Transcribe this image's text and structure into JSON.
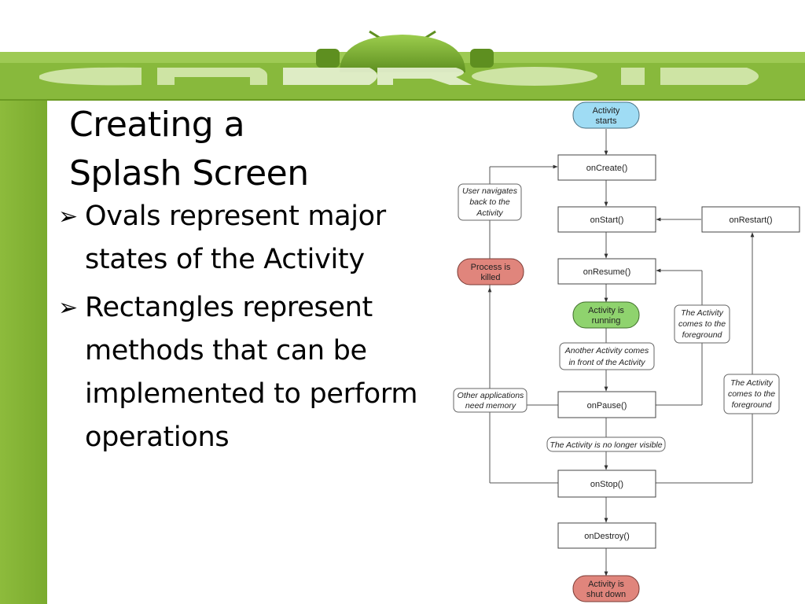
{
  "slide": {
    "title_line1": "Creating a",
    "title_line2": "Splash Screen",
    "bullets": [
      {
        "line1": "Ovals represent major",
        "line2": "states of the Activity"
      },
      {
        "line1": "Rectangles represent",
        "line2": "methods that can be",
        "line3": "implemented to perform",
        "line4": "operations"
      }
    ],
    "bullet_glyph": "➢"
  },
  "diagram": {
    "states": {
      "activity_starts": [
        "Activity",
        "starts"
      ],
      "process_killed": [
        "Process is",
        "killed"
      ],
      "activity_running": [
        "Activity is",
        "running"
      ],
      "activity_shut_down": [
        "Activity is",
        "shut down"
      ]
    },
    "methods": {
      "on_create": "onCreate()",
      "on_start": "onStart()",
      "on_restart": "onRestart()",
      "on_resume": "onResume()",
      "on_pause": "onPause()",
      "on_stop": "onStop()",
      "on_destroy": "onDestroy()"
    },
    "notes": {
      "user_navigates_back": [
        "User navigates",
        "back to the",
        "Activity"
      ],
      "activity_foreground_1": [
        "The Activity",
        "comes to the",
        "foreground"
      ],
      "another_activity": [
        "Another Activity comes",
        "in front of the Activity"
      ],
      "other_apps_memory": [
        "Other applications",
        "need memory"
      ],
      "activity_foreground_2": [
        "The Activity",
        "comes to the",
        "foreground"
      ],
      "no_longer_visible": "The Activity is no longer visible"
    },
    "colors": {
      "start_oval": "#9fdcf4",
      "killed_oval": "#e0857c",
      "running_oval": "#8fd36e",
      "shutdown_oval": "#e0857c",
      "banner_green": "#7cab30"
    }
  }
}
